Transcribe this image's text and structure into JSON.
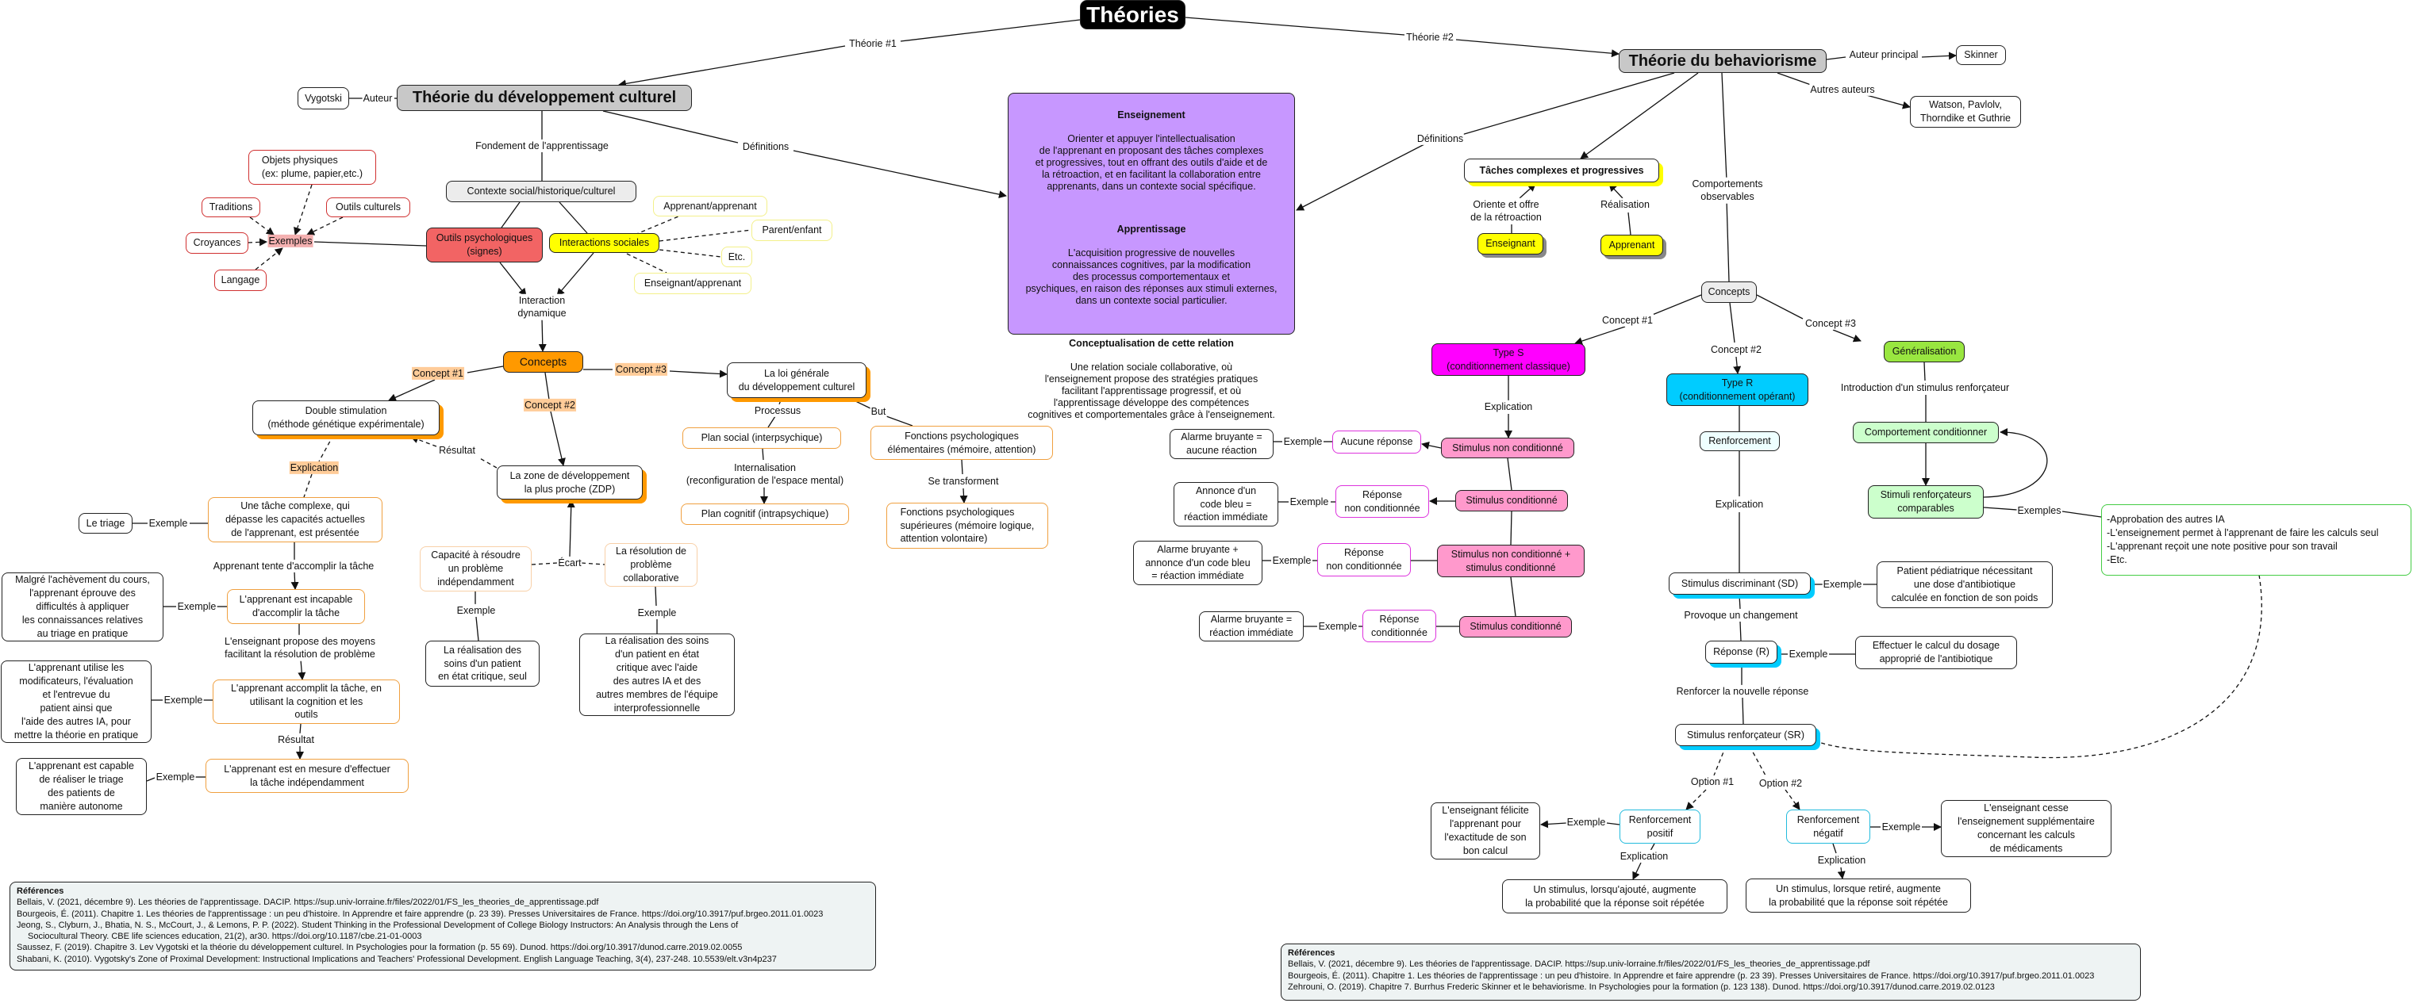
{
  "header": {
    "title": "Théories"
  },
  "left": {
    "theory": "Théorie du développement culturel",
    "author": "Vygotski",
    "context": "Contexte social/historique/culturel",
    "psych_tools": "Outils psychologiques\n(signes)",
    "social_interactions": "Interactions sociales",
    "examples_label": "Exemples",
    "physical_objects": "Objets physiques\n(ex: plume, papier,etc.)",
    "traditions": "Traditions",
    "cultural_tools": "Outils culturels",
    "beliefs": "Croyances",
    "language": "Langage",
    "pairs": [
      "Apprenant/apprenant",
      "Parent/enfant",
      "Etc.",
      "Enseignant/apprenant"
    ],
    "dynamic_interaction": "Interaction\ndynamique",
    "concepts": "Concepts",
    "double_stimulation": "Double stimulation\n(méthode génétique expérimentale)",
    "zdp": "La zone de développement\nla plus proche (ZDP)",
    "general_law": "La loi générale\ndu développement culturel",
    "social_plane": "Plan social (interpsychique)",
    "cognitive_plane": "Plan cognitif (intrapsychique)",
    "elementary_functions": "Fonctions psychologiques\nélémentaires (mémoire, attention)",
    "higher_functions": "Fonctions psychologiques\nsupérieures (mémoire logique,\nattention volontaire)",
    "complex_task": "Une tâche complexe, qui\ndépasse les capacités actuelles\nde l'apprenant, est présentée",
    "unable": "L'apprenant est incapable\nd'accomplir la tâche",
    "accomplishes": "L'apprenant accomplit la tâche, en\nutilisant la cognition et les\noutils",
    "independent": "L'apprenant est en mesure d'effectuer\nla tâche indépendamment",
    "triage": "Le triage",
    "despite": "Malgré l'achèvement du cours,\nl'apprenant éprouve des\ndifficultés à appliquer\nles connaissances relatives\nau triage en pratique",
    "uses": "L'apprenant utilise les\nmodificateurs, l'évaluation\net l'entrevue du\npatient ainsi que\nl'aide des autres IA, pour\nmettre la théorie en pratique",
    "capable": "L'apprenant est capable\nde réaliser le triage\ndes patients de\nmanière autonome",
    "independent_capacity": "Capacité à résoudre\nun problème\nindépendamment",
    "collaborative": "La résolution de\nproblème\ncollaborative",
    "alone_care": "La réalisation des\nsoins d'un patient\nen état critique, seul",
    "team_care": "La réalisation des soins\nd'un patient en état\ncritique avec l'aide\ndes autres IA et des\nautres membres de l'équipe\ninterprofessionnelle"
  },
  "definitions": {
    "teaching_title": "Enseignement",
    "teaching": "Orienter et appuyer l'intellectualisation\nde l'apprenant en proposant des tâches complexes\net progressives, tout en offrant des outils d'aide et de\nla rétroaction, et en facilitant la collaboration entre\napprenants, dans un contexte social spécifique.",
    "learning_title": "Apprentissage",
    "learning": "L'acquisition progressive de nouvelles\nconnaissances cognitives, par la modification\ndes processus comportementaux et\npsychiques, en raison des réponses aux stimuli externes,\ndans un contexte social particulier.",
    "relation_title": "Conceptualisation de cette relation",
    "relation": "Une relation sociale collaborative, où\nl'enseignement propose des stratégies pratiques\nfacilitant l'apprentissage progressif, et où\nl'apprentissage développe des compétences\ncognitives et comportementales grâce à l'enseignement."
  },
  "right": {
    "theory": "Théorie du behaviorisme",
    "main_author": "Skinner",
    "other_authors": "Watson, Pavlolv,\nThorndike et Guthrie",
    "tasks": "Tâches complexes et progressives",
    "teacher": "Enseignant",
    "learner": "Apprenant",
    "concepts": "Concepts",
    "type_s": "Type S\n(conditionnement classique)",
    "type_r": "Type R\n(conditionnement opérant)",
    "generalisation": "Généralisation",
    "unconditioned_stimulus": "Stimulus non conditionné",
    "no_response": "Aucune réponse",
    "alarm_no_reaction": "Alarme bruyante =\naucune réaction",
    "conditioned_stimulus": "Stimulus conditionné",
    "unconditioned_response": "Réponse\nnon conditionnée",
    "code_blue": "Annonce d'un\ncode bleu =\nréaction immédiate",
    "combined_stimulus": "Stimulus non conditionné +\nstimulus conditionné",
    "alarm_code_blue": "Alarme bruyante +\nannonce d'un code bleu\n= réaction immédiate",
    "conditioned_response": "Réponse\nconditionnée",
    "alarm_reaction": "Alarme bruyante =\nréaction immédiate",
    "reinforcement": "Renforcement",
    "discriminant": "Stimulus discriminant (SD)",
    "pediatric": "Patient pédiatrique nécessitant\nune dose d'antibiotique\ncalculée en fonction de son poids",
    "response": "Réponse (R)",
    "dosage": "Effectuer le calcul du dosage\napproprié de l'antibiotique",
    "reinforcer": "Stimulus renforçateur (SR)",
    "positive": "Renforcement\npositif",
    "negative": "Renforcement\nnégatif",
    "congratulates": "L'enseignant félicite\nl'apprenant pour\nl'exactitude de son\nbon calcul",
    "stops": "L'enseignant cesse\nl'enseignement supplémentaire\nconcernant les calculs\nde médicaments",
    "added": "Un stimulus, lorsqu'ajouté, augmente\nla probabilité que la réponse soit répétée",
    "removed": "Un stimulus, lorsque retiré, augmente\nla probabilité que la réponse soit répétée",
    "conditioned_behaviour": "Comportement conditionner",
    "comparable_stimuli": "Stimuli renforçateurs\ncomparables",
    "examples_list": "-Approbation des autres IA\n-L'enseignement permet à l'apprenant de faire les calculs seul\n-L'apprenant reçoit une note positive pour son travail\n-Etc."
  },
  "links": {
    "theory1": "Théorie #1",
    "theory2": "Théorie #2",
    "author": "Auteur",
    "foundation": "Fondement de l'apprentissage",
    "definitions": "Définitions",
    "concept1": "Concept #1",
    "concept2": "Concept #2",
    "concept3": "Concept #3",
    "result": "Résultat",
    "explanation": "Explication",
    "example": "Exemple",
    "examples": "Exemples",
    "attempts": "Apprenant tente d'accomplir la tâche",
    "teacher_proposes": "L'enseignant propose des moyens\nfacilitant la résolution de problème",
    "gap": "Écart",
    "process": "Processus",
    "goal": "But",
    "internalisation": "Internalisation\n(reconfiguration de l'espace mental)",
    "transform": "Se transforment",
    "main_author": "Auteur principal",
    "other_authors": "Autres auteurs",
    "orients": "Oriente et offre\nde la rétroaction",
    "realisation": "Réalisation",
    "observable": "Comportements\nobservables",
    "introduction": "Introduction d'un stimulus renforçateur",
    "provokes": "Provoque un changement",
    "reinforce": "Renforcer la nouvelle réponse",
    "option1": "Option #1",
    "option2": "Option #2"
  },
  "references_left": {
    "title": "Références",
    "items": [
      "Bellais, V. (2021, décembre 9). Les théories de l'apprentissage. DACIP.  https://sup.univ-lorraine.fr/files/2022/01/FS_les_theories_de_apprentissage.pdf",
      "Bourgeois, É. (2011). Chapitre 1. Les théories de l'apprentissage : un peu d'histoire. In Apprendre et faire apprendre (p. 23 39). Presses Universitaires de France. https://doi.org/10.3917/puf.brgeo.2011.01.0023",
      "Jeong, S., Clyburn, J., Bhatia, N. S., McCourt, J., & Lemons, P. P. (2022). Student Thinking in the Professional Development of College Biology Instructors: An Analysis through the Lens of",
      "Sociocultural Theory. CBE life sciences education, 21(2), ar30. https://doi.org/10.1187/cbe.21-01-0003",
      "Saussez, F. (2019). Chapitre 3. Lev Vygotski et la théorie du développement culturel. In Psychologies pour la formation (p. 55 69). Dunod. https://doi.org/10.3917/dunod.carre.2019.02.0055",
      "Shabani, K. (2010). Vygotsky's Zone of Proximal Development: Instructional Implications and Teachers' Professional Development. English Language Teaching, 3(4), 237-248. 10.5539/elt.v3n4p237"
    ]
  },
  "references_right": {
    "title": "Références",
    "items": [
      "Bellais, V. (2021, décembre 9). Les théories de l'apprentissage. DACIP.  https://sup.univ-lorraine.fr/files/2022/01/FS_les_theories_de_apprentissage.pdf",
      "Bourgeois, É. (2011). Chapitre 1. Les théories de l'apprentissage : un peu d'histoire. In Apprendre et faire apprendre (p. 23 39). Presses Universitaires de France. https://doi.org/10.3917/puf.brgeo.2011.01.0023",
      "Zehrouni, O. (2019). Chapitre 7. Burrhus Frederic Skinner et le behaviorisme. In Psychologies pour la formation (p. 123 138). Dunod. https://doi.org/10.3917/dunod.carre.2019.02.0123"
    ]
  },
  "colors": {
    "psych_tools": "#f26464",
    "social_interactions": "#ffff00",
    "concepts_left": "#ff9900",
    "definitions": "#c797ff",
    "type_s": "#ff00ff",
    "type_r": "#00ccff",
    "generalisation": "#99e640",
    "stimuli": "#ff99cc",
    "reinforcement_green": "#ccffcc"
  }
}
